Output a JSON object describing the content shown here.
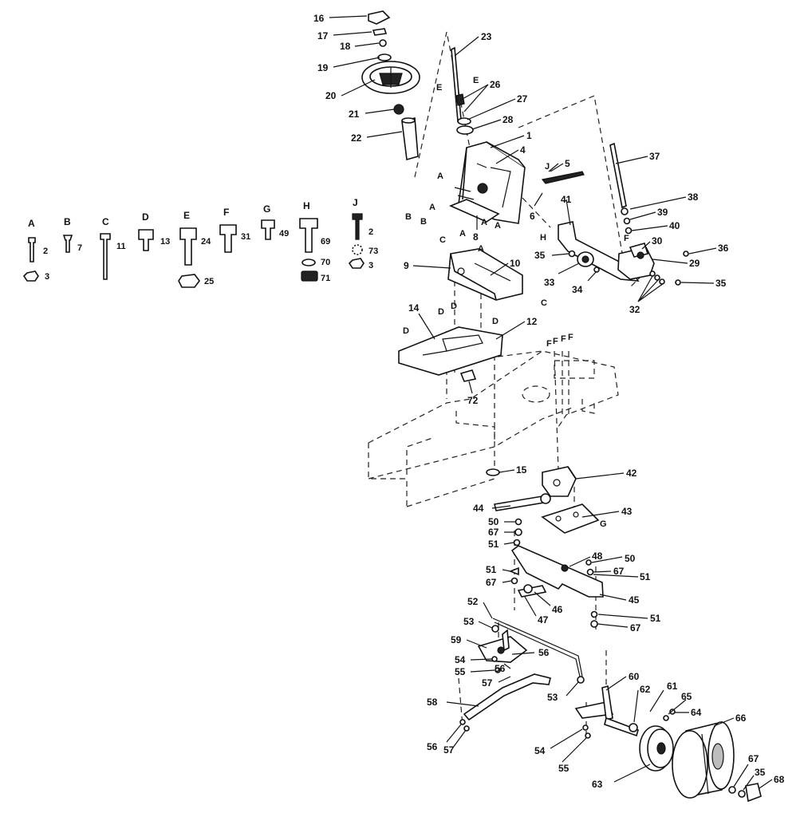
{
  "callouts": [
    {
      "id": "c16",
      "text": "16"
    },
    {
      "id": "c17",
      "text": "17"
    },
    {
      "id": "c18",
      "text": "18"
    },
    {
      "id": "c19",
      "text": "19"
    },
    {
      "id": "c20",
      "text": "20"
    },
    {
      "id": "c21",
      "text": "21"
    },
    {
      "id": "c22",
      "text": "22"
    },
    {
      "id": "c23",
      "text": "23"
    },
    {
      "id": "c26",
      "text": "26"
    },
    {
      "id": "c27",
      "text": "27"
    },
    {
      "id": "c28",
      "text": "28"
    },
    {
      "id": "c1",
      "text": "1"
    },
    {
      "id": "c4",
      "text": "4"
    },
    {
      "id": "c5",
      "text": "5"
    },
    {
      "id": "c37",
      "text": "37"
    },
    {
      "id": "c38",
      "text": "38"
    },
    {
      "id": "c39",
      "text": "39"
    },
    {
      "id": "c40",
      "text": "40"
    },
    {
      "id": "c41",
      "text": "41"
    },
    {
      "id": "c6",
      "text": "6"
    },
    {
      "id": "c8",
      "text": "8"
    },
    {
      "id": "c30",
      "text": "30"
    },
    {
      "id": "c36",
      "text": "36"
    },
    {
      "id": "c29",
      "text": "29"
    },
    {
      "id": "c35a",
      "text": "35"
    },
    {
      "id": "c33",
      "text": "33"
    },
    {
      "id": "c34",
      "text": "34"
    },
    {
      "id": "c32",
      "text": "32"
    },
    {
      "id": "c35b",
      "text": "35"
    },
    {
      "id": "c9",
      "text": "9"
    },
    {
      "id": "c10",
      "text": "10"
    },
    {
      "id": "c14",
      "text": "14"
    },
    {
      "id": "c12",
      "text": "12"
    },
    {
      "id": "c72",
      "text": "72"
    },
    {
      "id": "c15",
      "text": "15"
    },
    {
      "id": "c42",
      "text": "42"
    },
    {
      "id": "c44",
      "text": "44"
    },
    {
      "id": "c43",
      "text": "43"
    },
    {
      "id": "c50a",
      "text": "50"
    },
    {
      "id": "c67a",
      "text": "67"
    },
    {
      "id": "c51a",
      "text": "51"
    },
    {
      "id": "c48",
      "text": "48"
    },
    {
      "id": "c50b",
      "text": "50"
    },
    {
      "id": "c51b",
      "text": "51"
    },
    {
      "id": "c67b",
      "text": "67"
    },
    {
      "id": "c51c",
      "text": "51"
    },
    {
      "id": "c67c",
      "text": "67"
    },
    {
      "id": "c45",
      "text": "45"
    },
    {
      "id": "c46",
      "text": "46"
    },
    {
      "id": "c47",
      "text": "47"
    },
    {
      "id": "c51d",
      "text": "51"
    },
    {
      "id": "c67d",
      "text": "67"
    },
    {
      "id": "c52",
      "text": "52"
    },
    {
      "id": "c53a",
      "text": "53"
    },
    {
      "id": "c59",
      "text": "59"
    },
    {
      "id": "c54a",
      "text": "54"
    },
    {
      "id": "c55a",
      "text": "55"
    },
    {
      "id": "c56a",
      "text": "56"
    },
    {
      "id": "c56b",
      "text": "56"
    },
    {
      "id": "c57a",
      "text": "57"
    },
    {
      "id": "c58",
      "text": "58"
    },
    {
      "id": "c53b",
      "text": "53"
    },
    {
      "id": "c60",
      "text": "60"
    },
    {
      "id": "c62",
      "text": "62"
    },
    {
      "id": "c61",
      "text": "61"
    },
    {
      "id": "c65",
      "text": "65"
    },
    {
      "id": "c64",
      "text": "64"
    },
    {
      "id": "c66",
      "text": "66"
    },
    {
      "id": "c56c",
      "text": "56"
    },
    {
      "id": "c57b",
      "text": "57"
    },
    {
      "id": "c54b",
      "text": "54"
    },
    {
      "id": "c55b",
      "text": "55"
    },
    {
      "id": "c63",
      "text": "63"
    },
    {
      "id": "c67e",
      "text": "67"
    },
    {
      "id": "c35c",
      "text": "35"
    },
    {
      "id": "c68",
      "text": "68"
    }
  ],
  "hardware_legend": [
    {
      "letter": "A",
      "items": [
        "2",
        "3"
      ]
    },
    {
      "letter": "B",
      "items": [
        "7"
      ]
    },
    {
      "letter": "C",
      "items": [
        "11"
      ]
    },
    {
      "letter": "D",
      "items": [
        "13"
      ]
    },
    {
      "letter": "E",
      "items": [
        "24",
        "25"
      ]
    },
    {
      "letter": "F",
      "items": [
        "31"
      ]
    },
    {
      "letter": "G",
      "items": [
        "49"
      ]
    },
    {
      "letter": "H",
      "items": [
        "69",
        "70",
        "71"
      ]
    },
    {
      "letter": "J",
      "items": [
        "2",
        "73",
        "3"
      ]
    }
  ],
  "reference_letters": [
    {
      "id": "rE1",
      "text": "E"
    },
    {
      "id": "rE2",
      "text": "E"
    },
    {
      "id": "rJ",
      "text": "J"
    },
    {
      "id": "rA1",
      "text": "A"
    },
    {
      "id": "rB1",
      "text": "B"
    },
    {
      "id": "rA2",
      "text": "A"
    },
    {
      "id": "rB2",
      "text": "B"
    },
    {
      "id": "rA3",
      "text": "A"
    },
    {
      "id": "rH",
      "text": "H"
    },
    {
      "id": "rA4",
      "text": "A"
    },
    {
      "id": "rF1",
      "text": "F"
    },
    {
      "id": "rC1",
      "text": "C"
    },
    {
      "id": "rA5",
      "text": "A"
    },
    {
      "id": "rA6",
      "text": "A"
    },
    {
      "id": "rC2",
      "text": "C"
    },
    {
      "id": "rD1",
      "text": "D"
    },
    {
      "id": "rD2",
      "text": "D"
    },
    {
      "id": "rD3",
      "text": "D"
    },
    {
      "id": "rD4",
      "text": "D"
    },
    {
      "id": "rF2",
      "text": "F"
    },
    {
      "id": "rF3",
      "text": "F"
    },
    {
      "id": "rF4",
      "text": "F"
    },
    {
      "id": "rF5",
      "text": "F"
    },
    {
      "id": "rG",
      "text": "G"
    }
  ]
}
